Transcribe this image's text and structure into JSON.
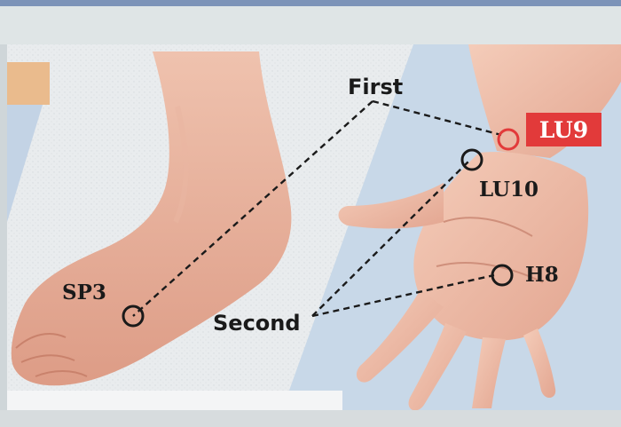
{
  "labels": {
    "first": "First",
    "second": "Second",
    "sp3": "SP3",
    "lu9": "LU9",
    "lu10": "LU10",
    "h8": "H8"
  },
  "colors": {
    "highlight": "#e23a3a",
    "point_outline": "#1a1a1a",
    "lu9_point_outline": "#e23a3a"
  }
}
